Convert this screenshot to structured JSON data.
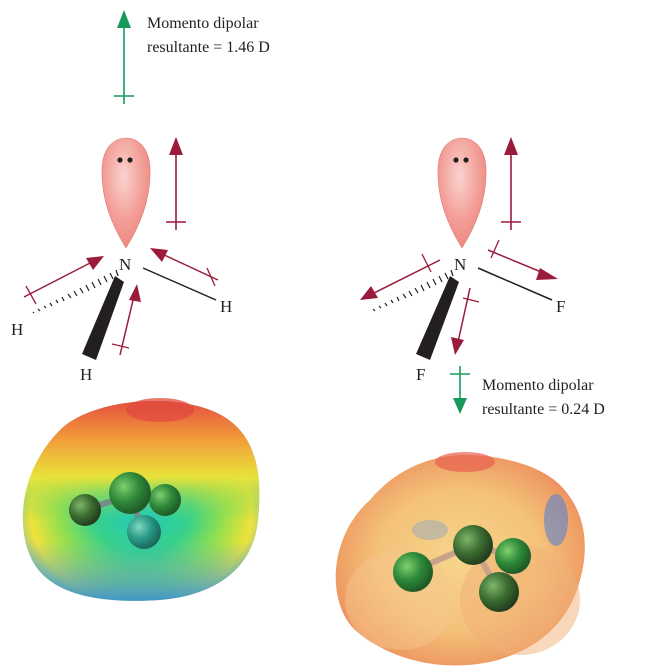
{
  "molecules": [
    {
      "id": "nh3",
      "central_atom": "N",
      "atoms": [
        "H",
        "H",
        "H"
      ],
      "dipole_label_line1": "Momento dipolar",
      "dipole_label_line2": "resultante = 1.46 D",
      "dipole_value_debye": 1.46,
      "resultant_direction": "up"
    },
    {
      "id": "nf3",
      "central_atom": "N",
      "atoms": [
        "F",
        "F",
        "F"
      ],
      "dipole_label_line1": "Momento dipolar",
      "dipole_label_line2": "resultante = 0.24 D",
      "dipole_value_debye": 0.24,
      "resultant_direction": "down"
    }
  ],
  "colors": {
    "resultant_arrow": "#1a9a5a",
    "bond_dipole_arrow": "#9b1b3b",
    "lone_pair_lobe": "#f2a5a0",
    "atom_green": "#2e8b3a",
    "text": "#231f20"
  }
}
